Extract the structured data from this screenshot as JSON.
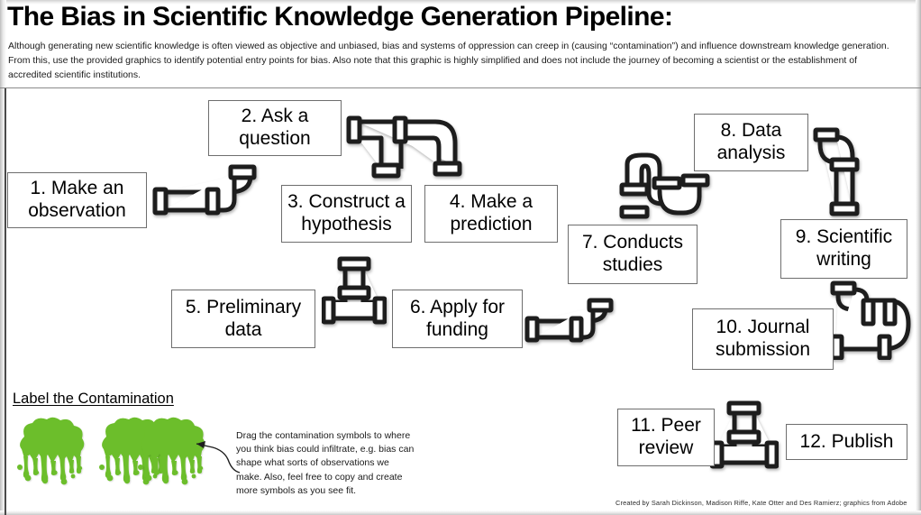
{
  "header": {
    "title": "The Bias in Scientific Knowledge Generation Pipeline:",
    "description": "Although generating new scientific knowledge is often viewed as objective and unbiased, bias and systems of oppression can creep in (causing “contamination”) and influence downstream knowledge generation. From this, use the provided graphics to identify potential entry points for bias. Also note that this graphic is highly simplified and does not include the journey of becoming a scientist or the establishment of accredited scientific institutions."
  },
  "pipeline": {
    "steps": [
      {
        "id": 1,
        "label": "1. Make an observation"
      },
      {
        "id": 2,
        "label": "2. Ask a question"
      },
      {
        "id": 3,
        "label": "3. Construct a hypothesis"
      },
      {
        "id": 4,
        "label": "4. Make a prediction"
      },
      {
        "id": 5,
        "label": "5. Preliminary data"
      },
      {
        "id": 6,
        "label": "6. Apply for funding"
      },
      {
        "id": 7,
        "label": "7. Conducts studies"
      },
      {
        "id": 8,
        "label": "8. Data analysis"
      },
      {
        "id": 9,
        "label": "9. Scientific writing"
      },
      {
        "id": 10,
        "label": "10. Journal submission"
      },
      {
        "id": 11,
        "label": "11. Peer review"
      },
      {
        "id": 12,
        "label": "12. Publish"
      }
    ],
    "connectors": [
      {
        "name": "elbow-pipe-1-to-2",
        "shape": "elbow-up-right"
      },
      {
        "name": "tee-elbow-pipe-2-to-3-4",
        "shape": "tee-with-elbow"
      },
      {
        "name": "tee-pipe-3-to-5-6",
        "shape": "tee-vertical"
      },
      {
        "name": "elbow-pipe-6-to-7",
        "shape": "elbow-up-right"
      },
      {
        "name": "s-curve-pipe-7-to-8",
        "shape": "s-curve"
      },
      {
        "name": "elbow-pipe-8-to-9",
        "shape": "elbow-down"
      },
      {
        "name": "u-bend-pipe-9-to-10",
        "shape": "u-bend"
      },
      {
        "name": "tee-pipe-10-to-11-12",
        "shape": "tee-vertical"
      }
    ]
  },
  "contamination": {
    "heading": "Label the Contamination",
    "instructions": "Drag the contamination symbols to where you think bias could infiltrate, e.g. bias can shape what sorts of observations we make. Also, feel free to copy and create more symbols as you see fit.",
    "symbol_count": 3,
    "symbol_color": "#6cbe2b"
  },
  "footer": {
    "credit": "Created by Sarah Dickinson, Madison Riffe, Kate Otter and Des Ramierz; graphics from Adobe"
  },
  "colors": {
    "slime_green": "#6cbe2b",
    "pipe_outline": "#1d1d1d",
    "pipe_fill": "#ffffff",
    "box_border": "#6e6e6e",
    "text": "#000000"
  }
}
